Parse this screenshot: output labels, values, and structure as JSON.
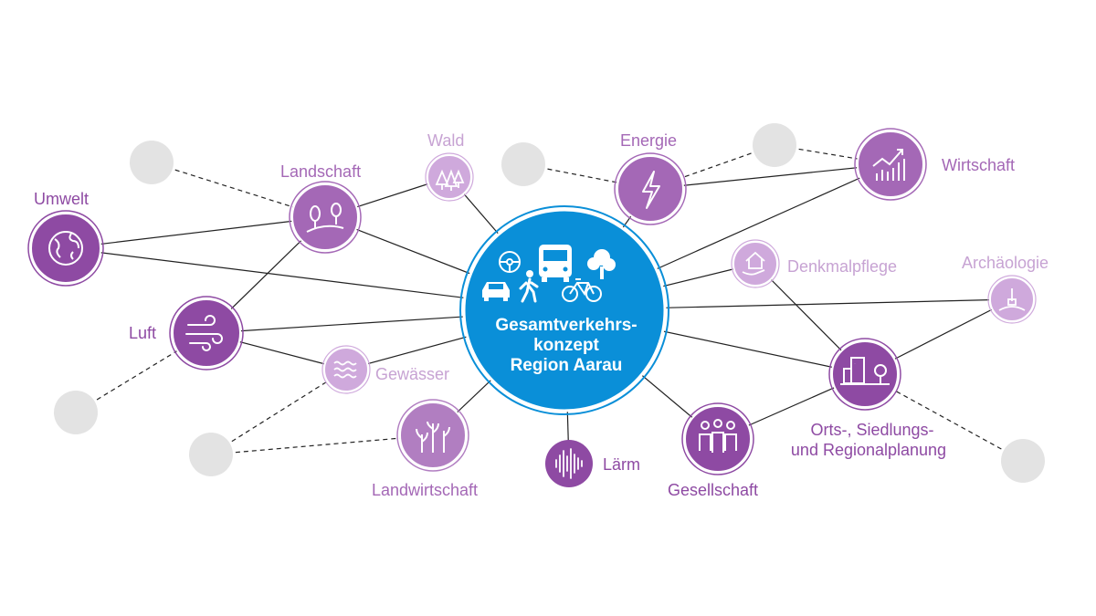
{
  "center": {
    "lines": [
      "Gesamtverkehrs-",
      "konzept",
      "Region Aarau"
    ],
    "color": "#0a8fd8",
    "icons": [
      "steering-wheel-icon",
      "bus-icon",
      "tree-icon",
      "car-icon",
      "pedestrian-icon",
      "bicycle-icon"
    ]
  },
  "colors": {
    "dark": "#8e4aa3",
    "mid": "#a468b6",
    "light": "#cfa9dc",
    "placeholder": "#e3e3e3",
    "line": "#222222"
  },
  "nodes": {
    "umwelt": {
      "label": "Umwelt",
      "icon": "globe-icon"
    },
    "landschaft": {
      "label": "Landschaft",
      "icon": "landscape-icon"
    },
    "wald": {
      "label": "Wald",
      "icon": "forest-icon"
    },
    "energie": {
      "label": "Energie",
      "icon": "lightning-icon"
    },
    "wirtschaft": {
      "label": "Wirtschaft",
      "icon": "growth-chart-icon"
    },
    "luft": {
      "label": "Luft",
      "icon": "wind-icon"
    },
    "gewaesser": {
      "label": "Gewässer",
      "icon": "waves-icon"
    },
    "denkmalpflege": {
      "label": "Denkmalpflege",
      "icon": "heritage-house-icon"
    },
    "archaeologie": {
      "label": "Archäologie",
      "icon": "excavation-icon"
    },
    "landwirtschaft": {
      "label": "Landwirtschaft",
      "icon": "plants-icon"
    },
    "laerm": {
      "label": "Lärm",
      "icon": "sound-wave-icon"
    },
    "gesellschaft": {
      "label": "Gesellschaft",
      "icon": "people-icon"
    },
    "ortsplanung": {
      "label_line1": "Orts-, Siedlungs-",
      "label_line2": "und Regionalplanung",
      "icon": "city-icon"
    }
  }
}
